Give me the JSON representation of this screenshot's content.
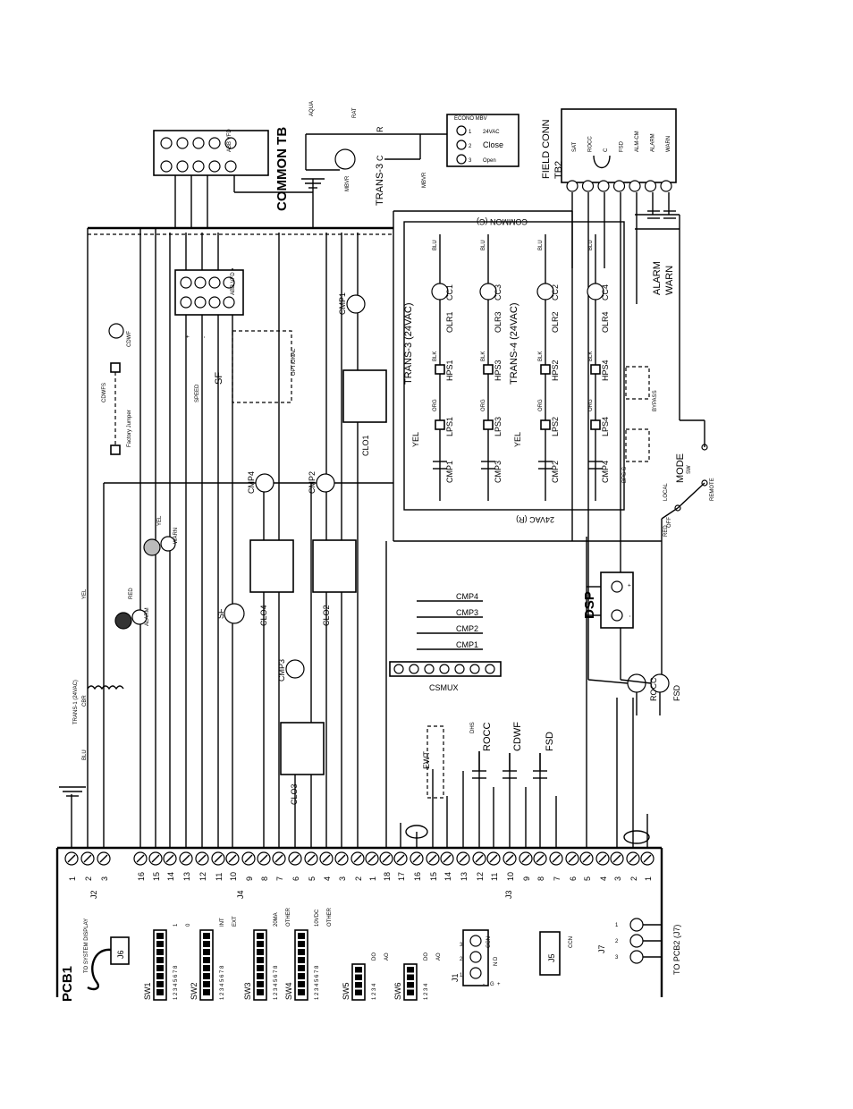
{
  "pcb": {
    "title": "PCB1",
    "j6": {
      "label": "J6",
      "note": "TO SYSTEM DISPLAY"
    },
    "j2": {
      "label": "J2",
      "pins": [
        "1",
        "2",
        "3"
      ]
    },
    "j4": {
      "label": "J4",
      "pins": [
        "16",
        "15",
        "14",
        "13",
        "12",
        "11",
        "10",
        "9",
        "8",
        "7",
        "6",
        "5",
        "4",
        "3",
        "2",
        "1"
      ]
    },
    "j3": {
      "label": "J3",
      "pins": [
        "18",
        "17",
        "16",
        "15",
        "14",
        "13",
        "12",
        "11",
        "10",
        "9",
        "8",
        "7",
        "6",
        "5",
        "4",
        "3",
        "2",
        "1"
      ]
    },
    "j1": {
      "label": "J1",
      "pins": [
        "3",
        "2",
        "1"
      ],
      "pin_labels": [
        "-",
        "G",
        "+"
      ],
      "extra": "CCN",
      "sub": "N D"
    },
    "j5": {
      "label": "J5",
      "extra": "CCN"
    },
    "j7": {
      "label": "J7",
      "pins": [
        "3",
        "2",
        "1"
      ],
      "note": "TO PCB2 (J7)"
    },
    "switches": [
      {
        "label": "SW1",
        "numbers": "1 2 3 4 5 6 7 8",
        "opt_a": "1",
        "opt_b": "0"
      },
      {
        "label": "SW2",
        "numbers": "1 2 3 4 5 6 7 8",
        "opt_a": "INT",
        "opt_b": "EXT"
      },
      {
        "label": "SW3",
        "numbers": "1 2 3 4 5 6 7 8",
        "opt_a": "20MA",
        "opt_b": "OTHER"
      },
      {
        "label": "SW4",
        "numbers": "1 2 3 4 5 6 7 8",
        "opt_a": "10VDC",
        "opt_b": "OTHER"
      },
      {
        "label": "SW5",
        "numbers": "1 2 3 4",
        "opt_a": "DO",
        "opt_b": "AO"
      },
      {
        "label": "SW6",
        "numbers": "1 2 3 4",
        "opt_a": "DO",
        "opt_b": "AO"
      }
    ]
  },
  "top": {
    "common_tb": "COMMON TB",
    "abb_vfd": "ABB VFD",
    "aqua": "AQUA",
    "rat": "RAT",
    "r": "R",
    "c": "C",
    "mbvr": "MBVR",
    "trans3": "TRANS-3",
    "econo": {
      "title": "ECONO MBV",
      "rows": [
        "1",
        "2",
        "3"
      ],
      "labels": [
        "24VAC",
        "Close",
        "Open"
      ]
    },
    "field_conn": "FIELD CONN",
    "tb2": "TB2",
    "tb2_labels": [
      "SAT",
      "ROCC",
      "C",
      "FSD",
      "ALM-CM",
      "ALARM",
      "WARN"
    ],
    "alarm": "ALARM",
    "warn": "WARN"
  },
  "left": {
    "trans1": "TRANS-1 (24VAC)",
    "cbr": "CBR",
    "yel": "YEL",
    "blu": "BLU",
    "alarm_led": "ALARM",
    "red": "RED",
    "warn_led": "WARN",
    "yel_led": "YEL",
    "cdwfs": "CDWFS",
    "factory_jumper": "Factory Jumper",
    "cdwf": "CDWF",
    "speed": "SPEED",
    "sf": "SF",
    "optional": "OPTIONAL",
    "cmp1": "CMP1",
    "cmp2": "CMP2",
    "cmp3": "CMP3",
    "cmp4": "CMP4",
    "clo1": "CLO1",
    "clo2": "CLO2",
    "clo3": "CLO3",
    "clo4": "CLO4",
    "org": "ORG",
    "vfd_plus": "VFD+",
    "vfd_minus": "VFD-",
    "speed_plus": "+",
    "speed_minus": "-"
  },
  "right": {
    "trans3": "TRANS-3 (24VAC)",
    "trans4": "TRANS-4 (24VAC)",
    "common_c": "COMMON (C)",
    "vac_r": "24VAC (R)",
    "cc": [
      "CC1",
      "CC3",
      "CC2",
      "CC4"
    ],
    "olr": [
      "OLR1",
      "OLR3",
      "OLR2",
      "OLR4"
    ],
    "hps": [
      "HPS1",
      "HPS3",
      "HPS2",
      "HPS4"
    ],
    "lps": [
      "LPS1",
      "LPS3",
      "LPS2",
      "LPS4"
    ],
    "cmp": [
      "CMP1",
      "CMP3",
      "CMP2",
      "CMP4"
    ],
    "blk": "BLK",
    "org": "ORG",
    "yel": "YEL",
    "blu": "BLU",
    "bypass": "BYPASS",
    "bps_s": "BPS-S",
    "mode": "MODE",
    "sw": "SW",
    "local": "LOCAL",
    "off": "OFF",
    "remote": "REMOTE",
    "red": "RED",
    "dsp": "DSP",
    "csmux": "CSMUX",
    "csmux_cmp": [
      "CMP4",
      "CMP3",
      "CMP2",
      "CMP1"
    ],
    "rocc": "ROCC",
    "fsd": "FSD",
    "ewt": "EWT",
    "dhs": "DHS",
    "rocc_in": "ROCC",
    "cdwf_in": "CDWF",
    "fsd_in": "FSD",
    "dsp_plus": "+",
    "dsp_minus": "-"
  }
}
